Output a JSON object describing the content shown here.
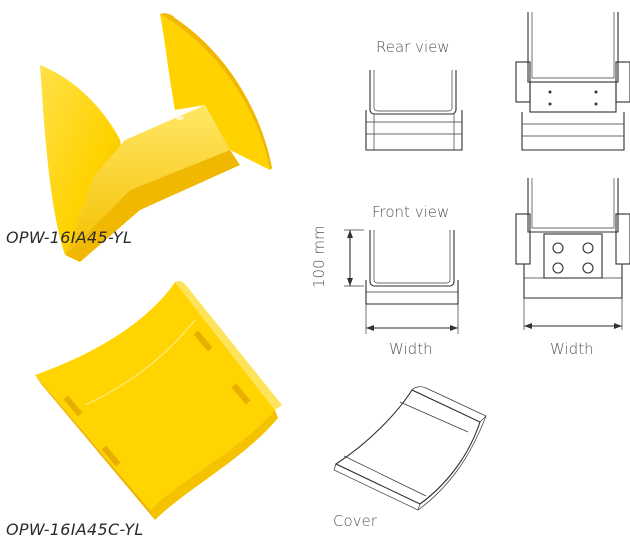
{
  "products": [
    {
      "part_number": "OPW-16IA45-YL"
    },
    {
      "part_number": "OPW-16IA45C-YL"
    }
  ],
  "drawings": {
    "rear_view_label": "Rear view",
    "front_view_label": "Front view",
    "height_dimension": "100 mm",
    "width_label_front": "Width",
    "width_label_bracket": "Width",
    "cover_label": "Cover"
  },
  "colors": {
    "product_yellow": "#FFD200",
    "product_yellow_shade": "#F2B800",
    "line": "#2e2e2e"
  }
}
